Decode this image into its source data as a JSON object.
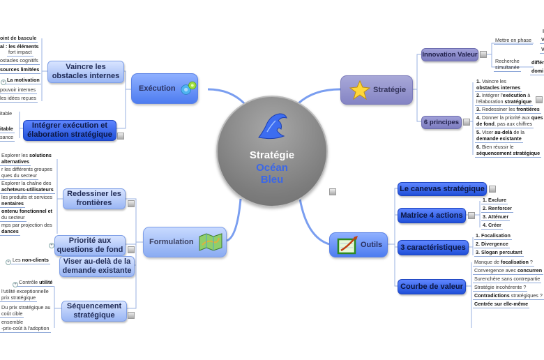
{
  "central": {
    "line1": "Stratégie",
    "line2": "Océan",
    "line3": "Bleu",
    "icon": "wave-icon"
  },
  "colors": {
    "connector": "#7a9ef0",
    "topic_blue": "#4d7cf0",
    "topic_violet": "#8484c4",
    "central_grey": "#7c7c7c",
    "central_accent": "#3b67e8"
  },
  "execution": {
    "label": "Exécution",
    "icon": "gears-icon",
    "vaincre": {
      "label": "Vaincre les obstacles internes",
      "items": [
        "oint de bascule",
        "al : les éléments",
        "fort impact",
        "ostacles cognitifs",
        "sources limitées",
        "La motivation",
        "pouvoir internes",
        "les idées reçues"
      ]
    },
    "integrer": {
      "label": "Intégrer exécution et élaboration stratégique",
      "items": [
        "itable",
        "itable",
        "sance"
      ]
    }
  },
  "formulation": {
    "label": "Formulation",
    "icon": "map-icon",
    "redessiner": {
      "label": "Redessiner les frontières",
      "items": [
        [
          "Explorer les ",
          "solutions",
          ""
        ],
        [
          "",
          "alternatives",
          ""
        ],
        [
          "r les différents groupes",
          "",
          ""
        ],
        [
          "ques du secteur",
          "",
          ""
        ],
        [
          "Explorer la chaîne des",
          "",
          ""
        ],
        [
          "",
          "acheteurs-utilisateurs",
          ""
        ],
        [
          "les produits et services",
          "",
          ""
        ],
        [
          "",
          "nentaires",
          ""
        ],
        [
          "",
          "ontenu fonctionnel et",
          ""
        ],
        [
          "du secteur",
          "",
          ""
        ],
        [
          "mps par projection des",
          "",
          ""
        ],
        [
          "",
          "dances",
          ""
        ]
      ]
    },
    "priorite": {
      "label": "Priorité aux questions de fond"
    },
    "viser": {
      "label": "Viser au-delà de la demande existante",
      "items": [
        "Les ",
        "non-clients"
      ]
    },
    "sequencement": {
      "label": "Séquencement stratégique",
      "items": [
        "Contrôle ",
        "utilité",
        "l'utilité exceptionnelle",
        "prix stratégique",
        "Du prix stratégique au",
        "coût cible",
        "ensemble",
        "-prix-coût à l'adoption"
      ]
    }
  },
  "strategie": {
    "label": "Stratégie",
    "icon": "star-icon",
    "innovation": {
      "label": "Innovation Valeur",
      "mettre": "Mettre en phase",
      "mettre_items": [
        "I",
        "V",
        "V"
      ],
      "recherche1": "Recherche",
      "recherche2": "simultanée",
      "recherche_items": [
        "différ",
        "domi"
      ]
    },
    "principes": {
      "label": "6 principes",
      "items": [
        {
          "n": "1.",
          "a": " Vaincre les",
          "b": "obstacles internes",
          "c": ""
        },
        {
          "n": "2.",
          "a": " Intégrer l'",
          "b": "exécution",
          "c": " à"
        },
        {
          "n": "",
          "a": "l'élaboration ",
          "b": "stratégique",
          "c": ""
        },
        {
          "n": "3.",
          "a": " Redessiner les ",
          "b": "frontières",
          "c": ""
        },
        {
          "n": "4.",
          "a": " Donner la priorité aux ",
          "b": "ques",
          "c": ""
        },
        {
          "n": "",
          "a": "",
          "b": "de fond",
          "c": ", pas aux chiffres"
        },
        {
          "n": "5.",
          "a": " Viser ",
          "b": "au-delà",
          "c": " de la"
        },
        {
          "n": "",
          "a": "",
          "b": "demande existante",
          "c": ""
        },
        {
          "n": "6.",
          "a": " Bien réussir le",
          "b": "",
          "c": ""
        },
        {
          "n": "",
          "a": "",
          "b": "séquencement stratégique",
          "c": ""
        }
      ]
    }
  },
  "outils": {
    "label": "Outils",
    "icon": "chart-icon",
    "canevas": {
      "label": "Le canevas stratégique"
    },
    "matrice": {
      "label": "Matrice 4 actions",
      "items": [
        "1. Exclure",
        "2. Renforcer",
        "3. Atténuer",
        "4. Créer"
      ]
    },
    "caracteristiques": {
      "label": "3 caractéristiques",
      "items": [
        "1. Focalisation",
        "2. Divergence",
        "3. Slogan percutant"
      ]
    },
    "courbe": {
      "label": "Courbe de valeur",
      "items": [
        {
          "a": "Manque de ",
          "b": "focalisation",
          "c": " ?"
        },
        {
          "a": "Convergence avec ",
          "b": "concurren",
          "c": ""
        },
        {
          "a": "Surenchère sans contrepartie",
          "b": "",
          "c": ""
        },
        {
          "a": "Stratégie incohérente ?",
          "b": "",
          "c": ""
        },
        {
          "a": "",
          "b": "Contradictions",
          "c": " stratégiques ?"
        },
        {
          "a": "",
          "b": "Centrée sur elle-même",
          "c": ""
        }
      ]
    }
  }
}
